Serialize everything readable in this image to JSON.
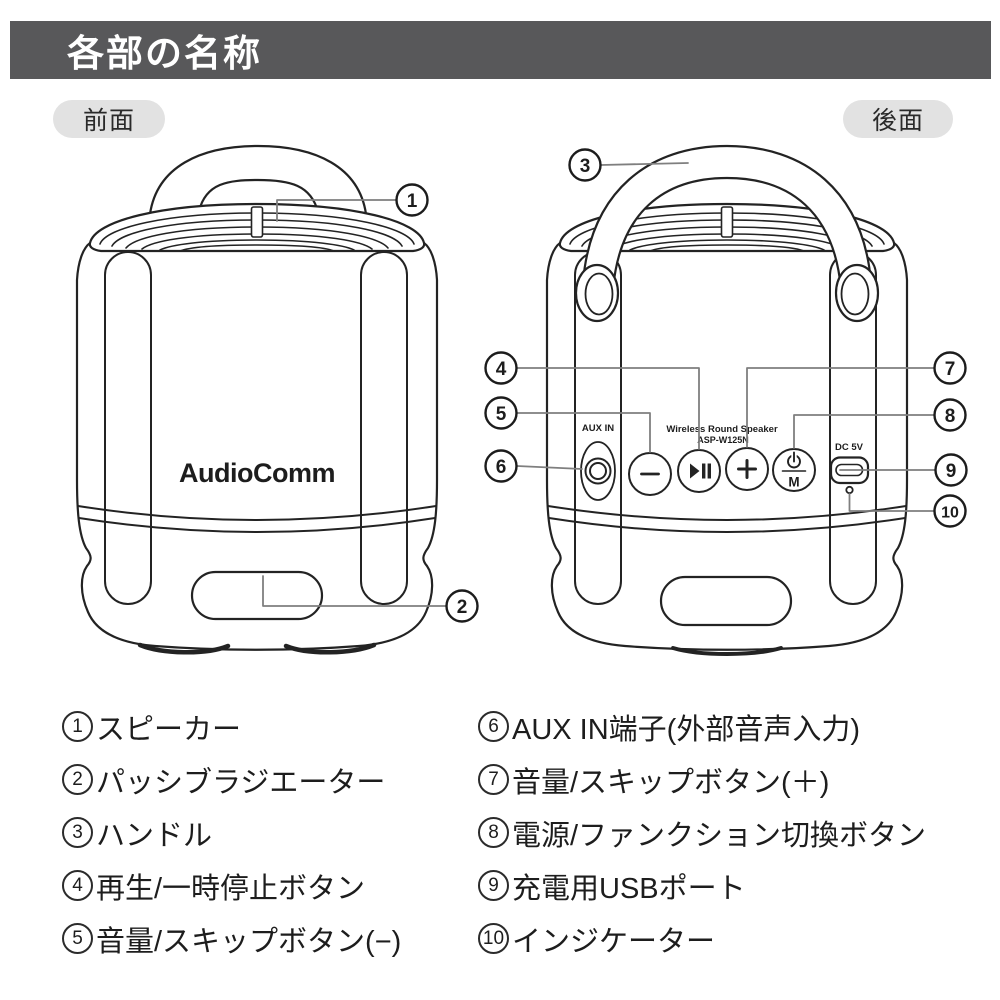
{
  "header": {
    "title": "各部の名称"
  },
  "views": {
    "front": "前面",
    "rear": "後面"
  },
  "device": {
    "brand": "AudioComm",
    "product_line1": "Wireless Round Speaker",
    "product_line2": "ASP-W125N",
    "aux_label": "AUX IN",
    "dc_label": "DC 5V",
    "mode_label": "M"
  },
  "callouts": {
    "n1": "1",
    "n2": "2",
    "n3": "3",
    "n4": "4",
    "n5": "5",
    "n6": "6",
    "n7": "7",
    "n8": "8",
    "n9": "9",
    "n10": "10"
  },
  "legend": {
    "left": [
      {
        "num": "1",
        "label": "スピーカー"
      },
      {
        "num": "2",
        "label": "パッシブラジエーター"
      },
      {
        "num": "3",
        "label": "ハンドル"
      },
      {
        "num": "4",
        "label": "再生/一時停止ボタン"
      },
      {
        "num": "5",
        "label": "音量/スキップボタン(−)"
      }
    ],
    "right": [
      {
        "num": "6",
        "label": "AUX IN端子(外部音声入力)"
      },
      {
        "num": "7",
        "label": "音量/スキップボタン(＋)"
      },
      {
        "num": "8",
        "label": "電源/ファンクション切換ボタン"
      },
      {
        "num": "9",
        "label": "充電用USBポート"
      },
      {
        "num": "10",
        "label": "インジケーター"
      }
    ]
  }
}
